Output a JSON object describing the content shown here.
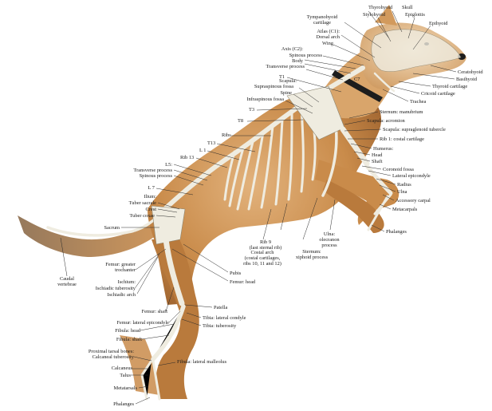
{
  "labels": {
    "thyrohyoid": "Thyrohyoid",
    "skull": "Skull",
    "stylohyoid": "Stylohyoid",
    "epiglottis": "Epiglottis",
    "tympanohyoid": "Tympanohyoid\ncartilage",
    "epihyoid": "Epihyoid",
    "atlas": "Atlas (C1):",
    "dorsal_arch": "Dorsal arch",
    "wing": "Wing",
    "axis": "Axis (C2):",
    "spinous_process_c": "Spinous process",
    "body": "Body",
    "transverse_process_c": "Transverse process",
    "t1": "T1",
    "c7": "C7",
    "scapula": "Scapula:",
    "supraspinous": "Supraspinous fossa",
    "spine": "Spine",
    "infraspinous": "Infraspinous fossa",
    "t3": "T3",
    "t8": "T8",
    "ribs": "Ribs",
    "t13": "T13",
    "l1": "L 1",
    "rib13": "Rib 13",
    "l5": "L5:",
    "transverse_process_l": "Transverse process",
    "spinous_process_l": "Spinous process",
    "l7": "L 7",
    "ilium": "Ilium:",
    "tuber_sacrale": "Tuber sacrale",
    "crest": "Crest",
    "tuber_coxae": "Tuber coxae",
    "sacrum": "Sacrum",
    "ceratohyoid": "Ceratohyoid",
    "basihyoid": "Basihyoid",
    "thyroid_cartilage": "Thyroid cartilage",
    "cricoid_cartilage": "Cricoid cartilage",
    "trachea": "Trachea",
    "sternum_manubrium": "Sternum: manubrium",
    "scapula_acromion": "Scapula: acromion",
    "scapula_supraglenoid": "Scapula: supraglenoid tubercle",
    "rib1_costal": "Rib 1: costal cartilage",
    "humerus": "Humerus:",
    "head": "Head",
    "shaft": "Shaft",
    "coronoid_fossa": "Coronoid fossa",
    "lateral_epicondyle": "Lateral epicondyle",
    "radius": "Radius",
    "ulna": "Ulna",
    "accessory_carpal": "Accessory carpal",
    "metacarpals": "Metacarpals",
    "phalanges_fore": "Phalanges",
    "caudal_vertebrae": "Caudal\nvertebrae",
    "femur_greater": "Femur: greater\ntrochanter",
    "ischium": "Ischium:",
    "ischiadic_tuberosity": "Ischiadic tuberosity",
    "ischiadic_arch": "Ischiadic arch",
    "pubis": "Pubis",
    "femur_head": "Femur: head",
    "rib9": "Rib 9\n(last sternal rib)",
    "costal_arch": "Costal arch\n(costal cartilages,\nribs 10, 11 and 12)",
    "ulna_olecranon": "Ulna:\nolecranon\nprocess",
    "sternum_xiphoid": "Sternum:\nxiphoid process",
    "femur_shaft": "Femur: shaft",
    "patella": "Patella",
    "femur_lateral_epicondyle": "Femur: lateral epicondyle",
    "tibia_lateral_condyle": "Tibia: lateral condyle",
    "tibia_tuberosity": "Tibia: tuberosity",
    "fibula_head": "Fibula: head",
    "fibula_shaft": "Fibula: shaft",
    "proximal_tarsal": "Proximal tarsal bones:",
    "calcaneal_tuberosity": "Calcaneal tuberosity",
    "calcaneus": "Calcaneus",
    "talus": "Talus",
    "fibula_lateral_malleolus": "Fibula: lateral malleolus",
    "metatarsals": "Metatarsals",
    "phalanges_hind": "Phalanges"
  },
  "colors": {
    "background": "#ffffff",
    "fur": "#c98b4a",
    "fur_dark": "#9a5f2c",
    "fur_light": "#e9c79c",
    "bone": "#efece0",
    "bone_shade": "#bdb8a6",
    "collar": "#1d1d1d",
    "label_text": "#1a1a1a"
  }
}
